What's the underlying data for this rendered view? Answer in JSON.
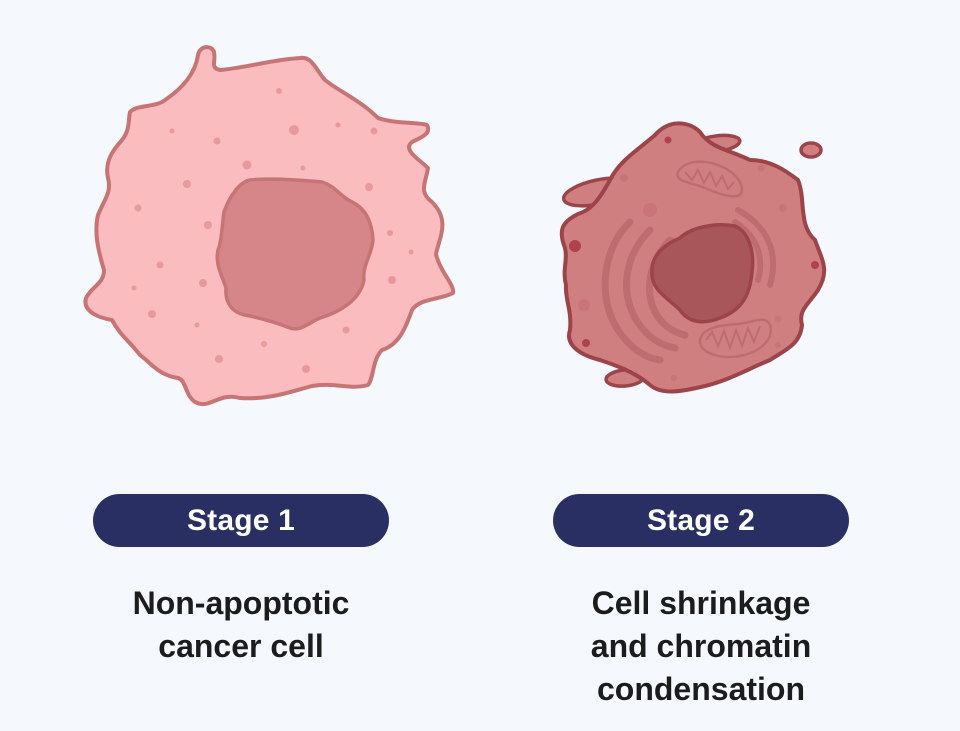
{
  "colors": {
    "background": "#f5f9fd",
    "pill_fill": "#292f63",
    "pill_text": "#ffffff",
    "caption_text": "#1c1c1c",
    "stage1_cytoplasm": "#fbbcbf",
    "stage1_outline": "#c77475",
    "stage1_nucleus": "#d68688",
    "stage1_dots": "#e8999b",
    "stage2_cytoplasm": "#d07f81",
    "stage2_outline": "#9c444a",
    "stage2_nucleus": "#a9565b",
    "stage2_organelle": "#bf6c70",
    "stage2_dots_dark": "#b0424b"
  },
  "stages": [
    {
      "label": "Stage 1",
      "caption_lines": [
        "Non-apoptotic",
        "cancer cell"
      ],
      "illustration": "pink-cancer-cell-icon"
    },
    {
      "label": "Stage 2",
      "caption_lines": [
        "Cell shrinkage",
        "and chromatin",
        "condensation"
      ],
      "illustration": "shrunken-cell-icon"
    }
  ]
}
